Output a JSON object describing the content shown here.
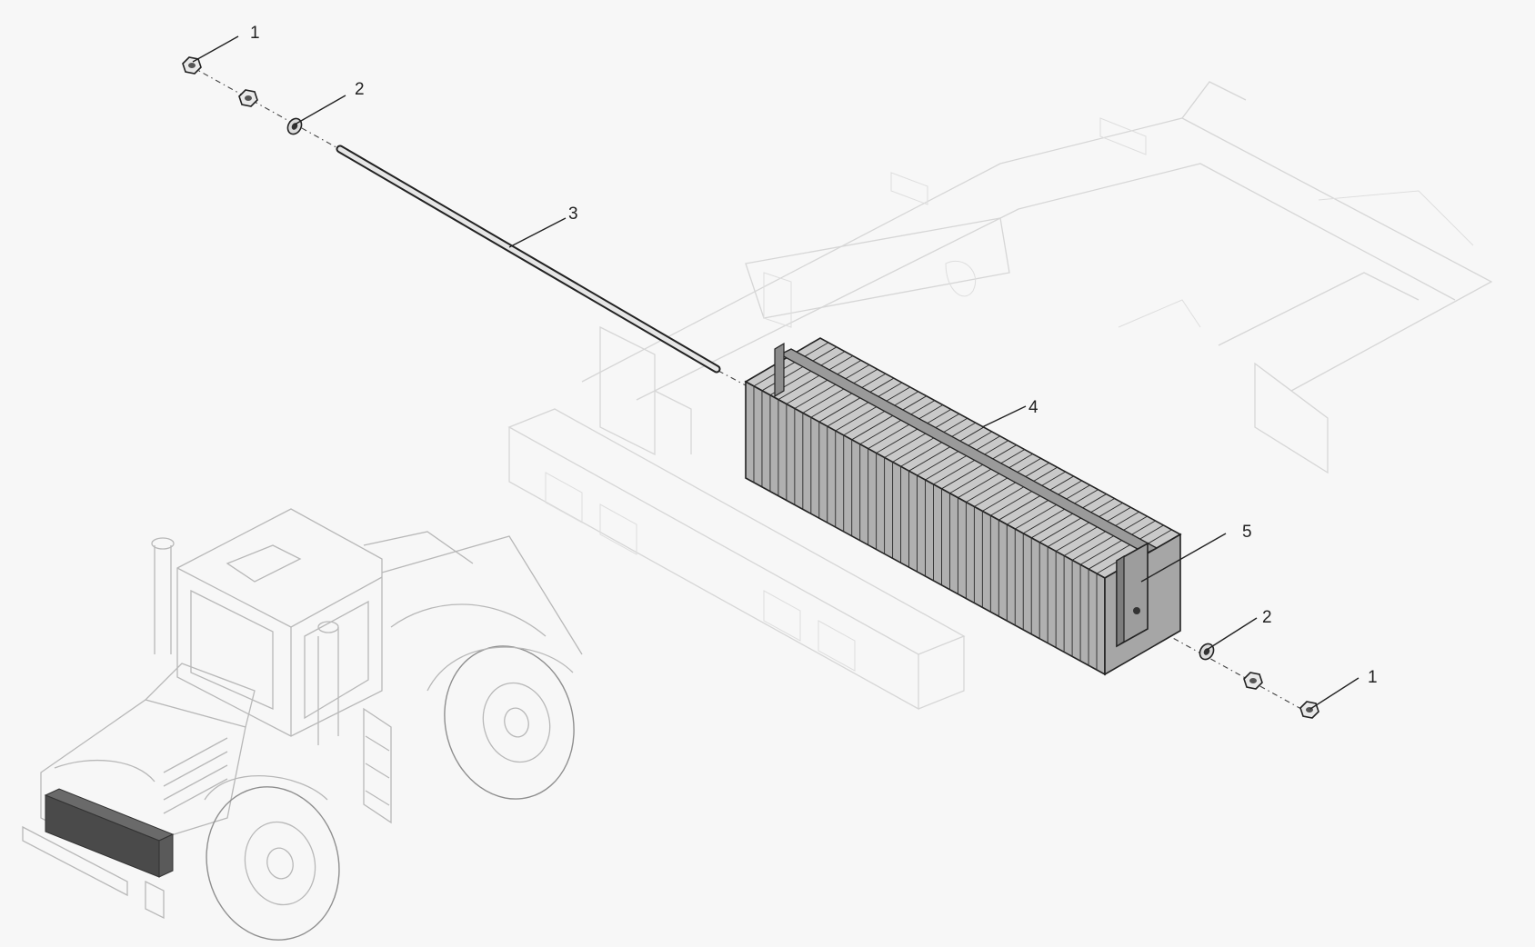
{
  "diagram": {
    "callouts": [
      {
        "id": "nut-top",
        "label": "1"
      },
      {
        "id": "washer-top",
        "label": "2"
      },
      {
        "id": "rod",
        "label": "3"
      },
      {
        "id": "weight-stack",
        "label": "4"
      },
      {
        "id": "bracket",
        "label": "5"
      },
      {
        "id": "washer-bottom",
        "label": "2"
      },
      {
        "id": "nut-bottom",
        "label": "1"
      }
    ],
    "colors": {
      "background": "#f7f7f7",
      "weight_fill": "#b0b0b0",
      "weight_top": "#c9c9c9",
      "outline": "#222222",
      "ghost_lines": "#d6d6d6"
    }
  }
}
